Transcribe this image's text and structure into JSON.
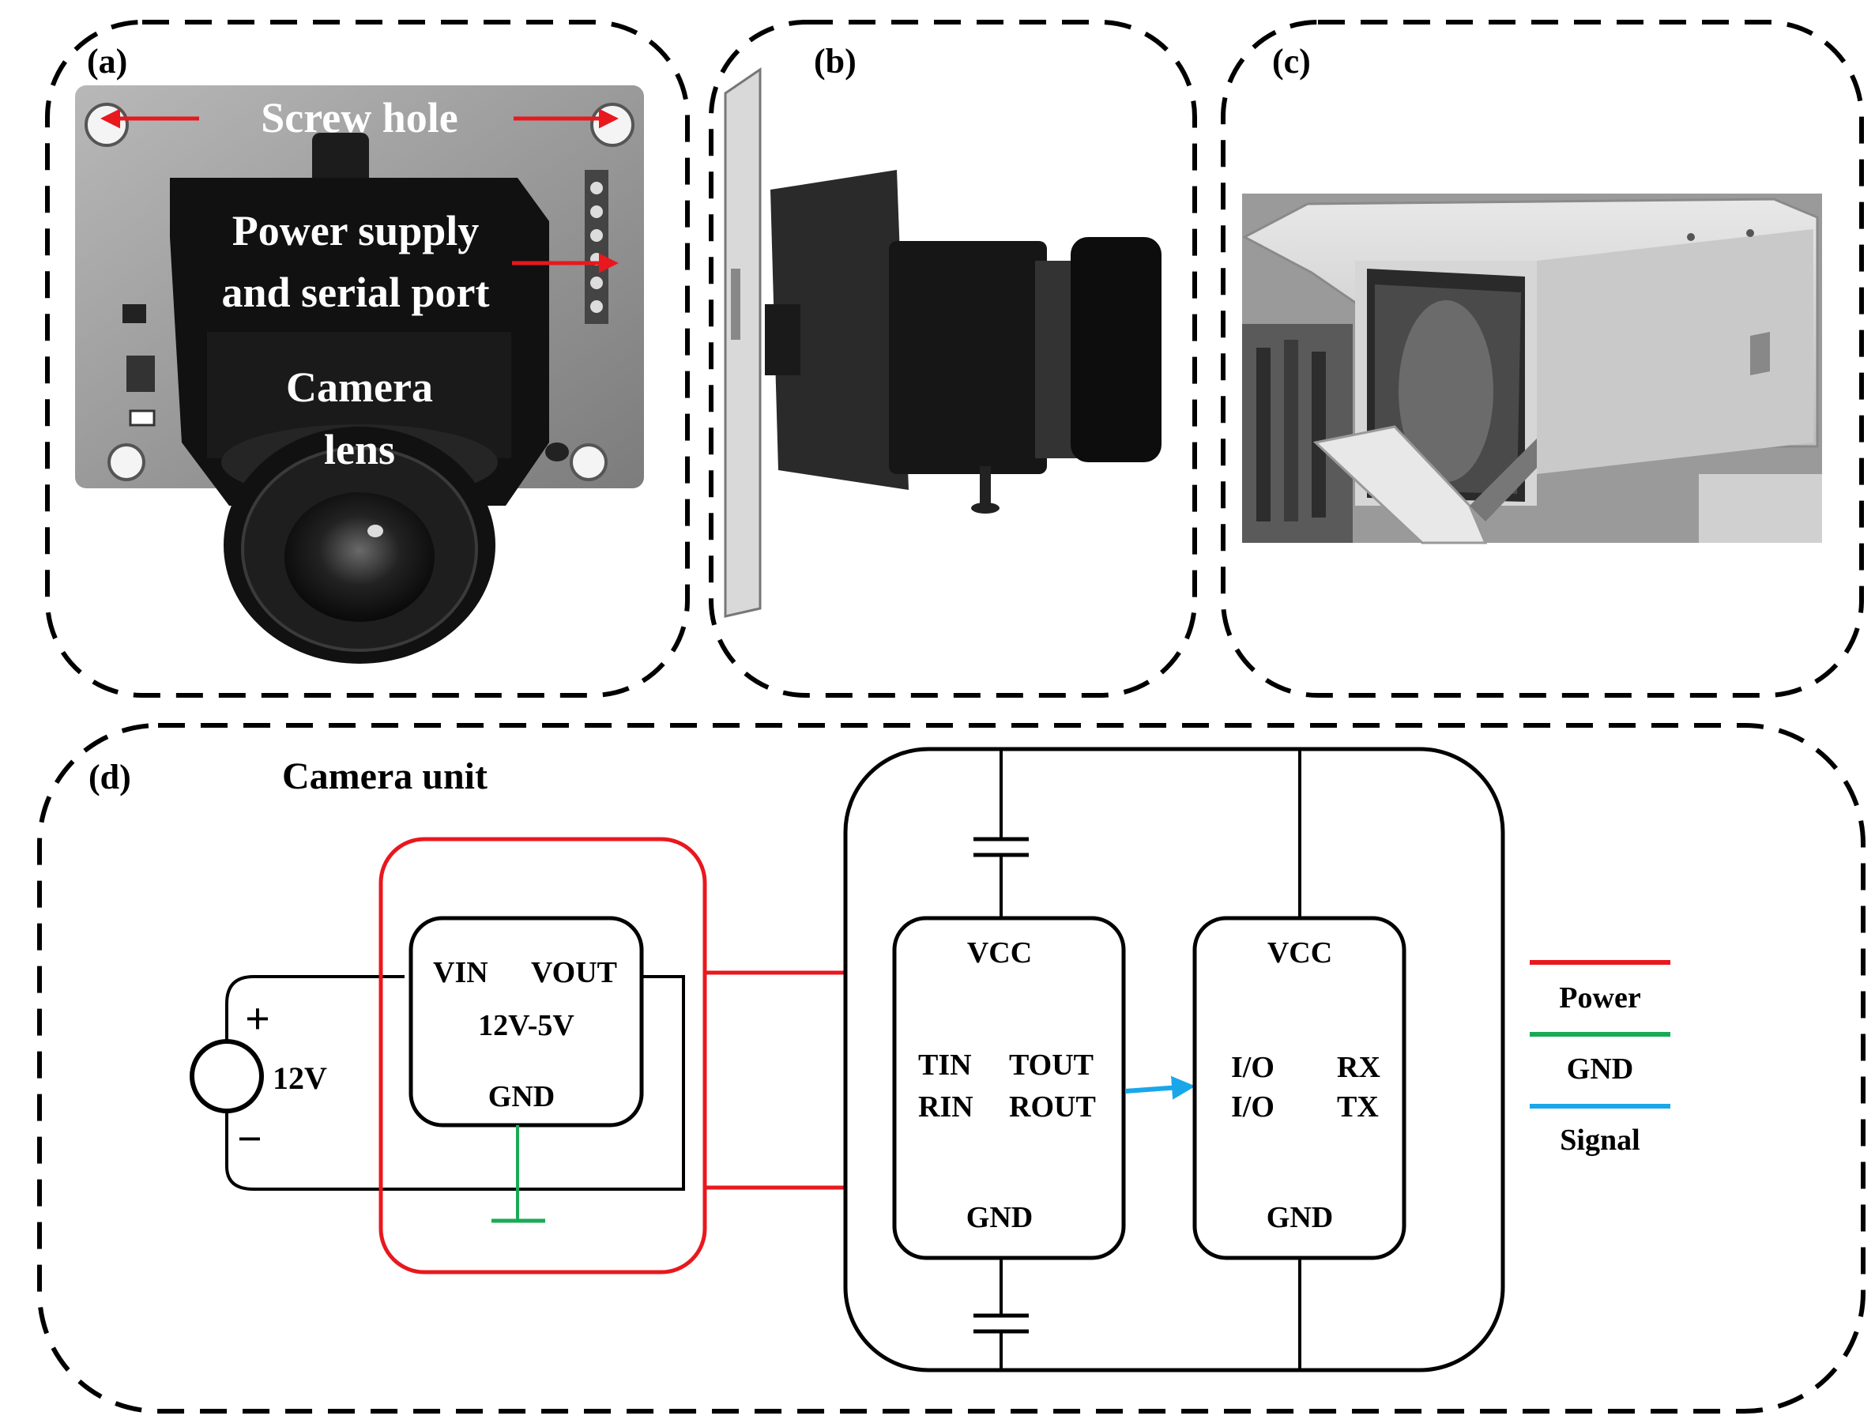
{
  "panels": {
    "a": {
      "label": "(a)",
      "annotations": {
        "screw_hole": "Screw hole",
        "power_line1": "Power supply",
        "power_line2": "and serial port",
        "lens_line1": "Camera",
        "lens_line2": "lens"
      }
    },
    "b": {
      "label": "(b)"
    },
    "c": {
      "label": "(c)"
    },
    "d": {
      "label": "(d)",
      "title": "Camera unit",
      "source": {
        "plus": "+",
        "value": "12V",
        "minus": "−"
      },
      "regulator": {
        "vin": "VIN",
        "vout": "VOUT",
        "name": "12V-5V",
        "gnd": "GND"
      },
      "transceiver": {
        "vcc": "VCC",
        "tin": "TIN",
        "tout": "TOUT",
        "rin": "RIN",
        "rout": "ROUT",
        "gnd": "GND"
      },
      "mcu": {
        "vcc": "VCC",
        "io1": "I/O",
        "rx": "RX",
        "io2": "I/O",
        "tx": "TX",
        "gnd": "GND"
      },
      "legend": [
        {
          "label": "Power",
          "color": "#e8181e"
        },
        {
          "label": "GND",
          "color": "#1aaa55"
        },
        {
          "label": "Signal",
          "color": "#1aa7ea"
        }
      ]
    }
  }
}
